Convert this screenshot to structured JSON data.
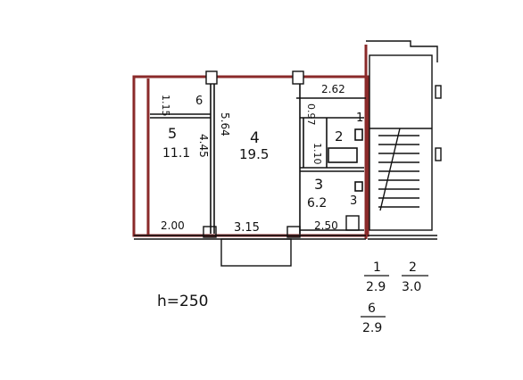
{
  "plan": {
    "rooms": [
      {
        "number": "4",
        "area": "19.5"
      },
      {
        "number": "5",
        "area": "11.1"
      },
      {
        "number": "3",
        "area": "6.2"
      },
      {
        "number": "2",
        "area": ""
      },
      {
        "number": "1",
        "area": ""
      },
      {
        "number": "6",
        "area": ""
      },
      {
        "number": "3",
        "area": ""
      }
    ],
    "dimensions": [
      "1.15",
      "2.00",
      "3.15",
      "2.50",
      "2.62",
      "0.97",
      "1.10",
      "5.64",
      "4.45"
    ],
    "ceiling_height": "h=250",
    "legend": [
      {
        "room": "1",
        "value": "2.9"
      },
      {
        "room": "2",
        "value": "3.0"
      },
      {
        "room": "6",
        "value": "2.9"
      }
    ],
    "colors": {
      "wall": "#8a2a2a",
      "line": "#111111",
      "fill": "#f3eaea"
    }
  }
}
